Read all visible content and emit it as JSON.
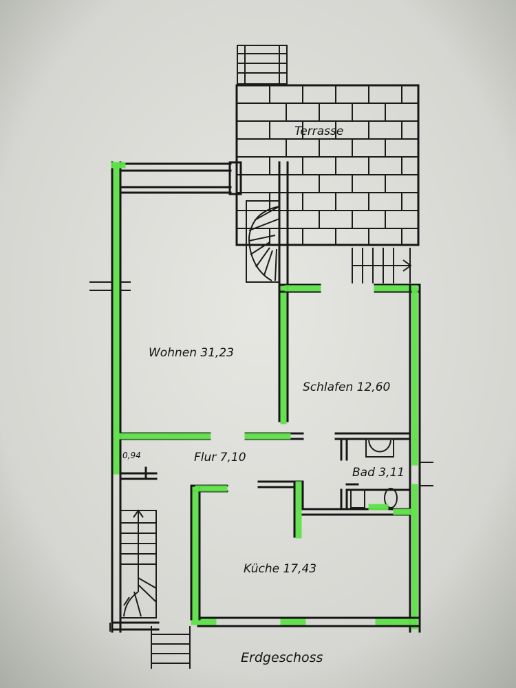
{
  "plan": {
    "title": "Erdgeschoss",
    "rooms": [
      {
        "id": "terrasse",
        "label": "Terrasse"
      },
      {
        "id": "wohnen",
        "label": "Wohnen 31,23"
      },
      {
        "id": "schlafen",
        "label": "Schlafen 12,60"
      },
      {
        "id": "abstell",
        "label": "0,94"
      },
      {
        "id": "flur",
        "label": "Flur 7,10"
      },
      {
        "id": "bad",
        "label": "Bad 3,11"
      },
      {
        "id": "kueche",
        "label": "Küche 17,43"
      }
    ]
  },
  "colors": {
    "paper": "#e3e4df",
    "ink": "#161616",
    "highlight": "#5fe04a"
  }
}
